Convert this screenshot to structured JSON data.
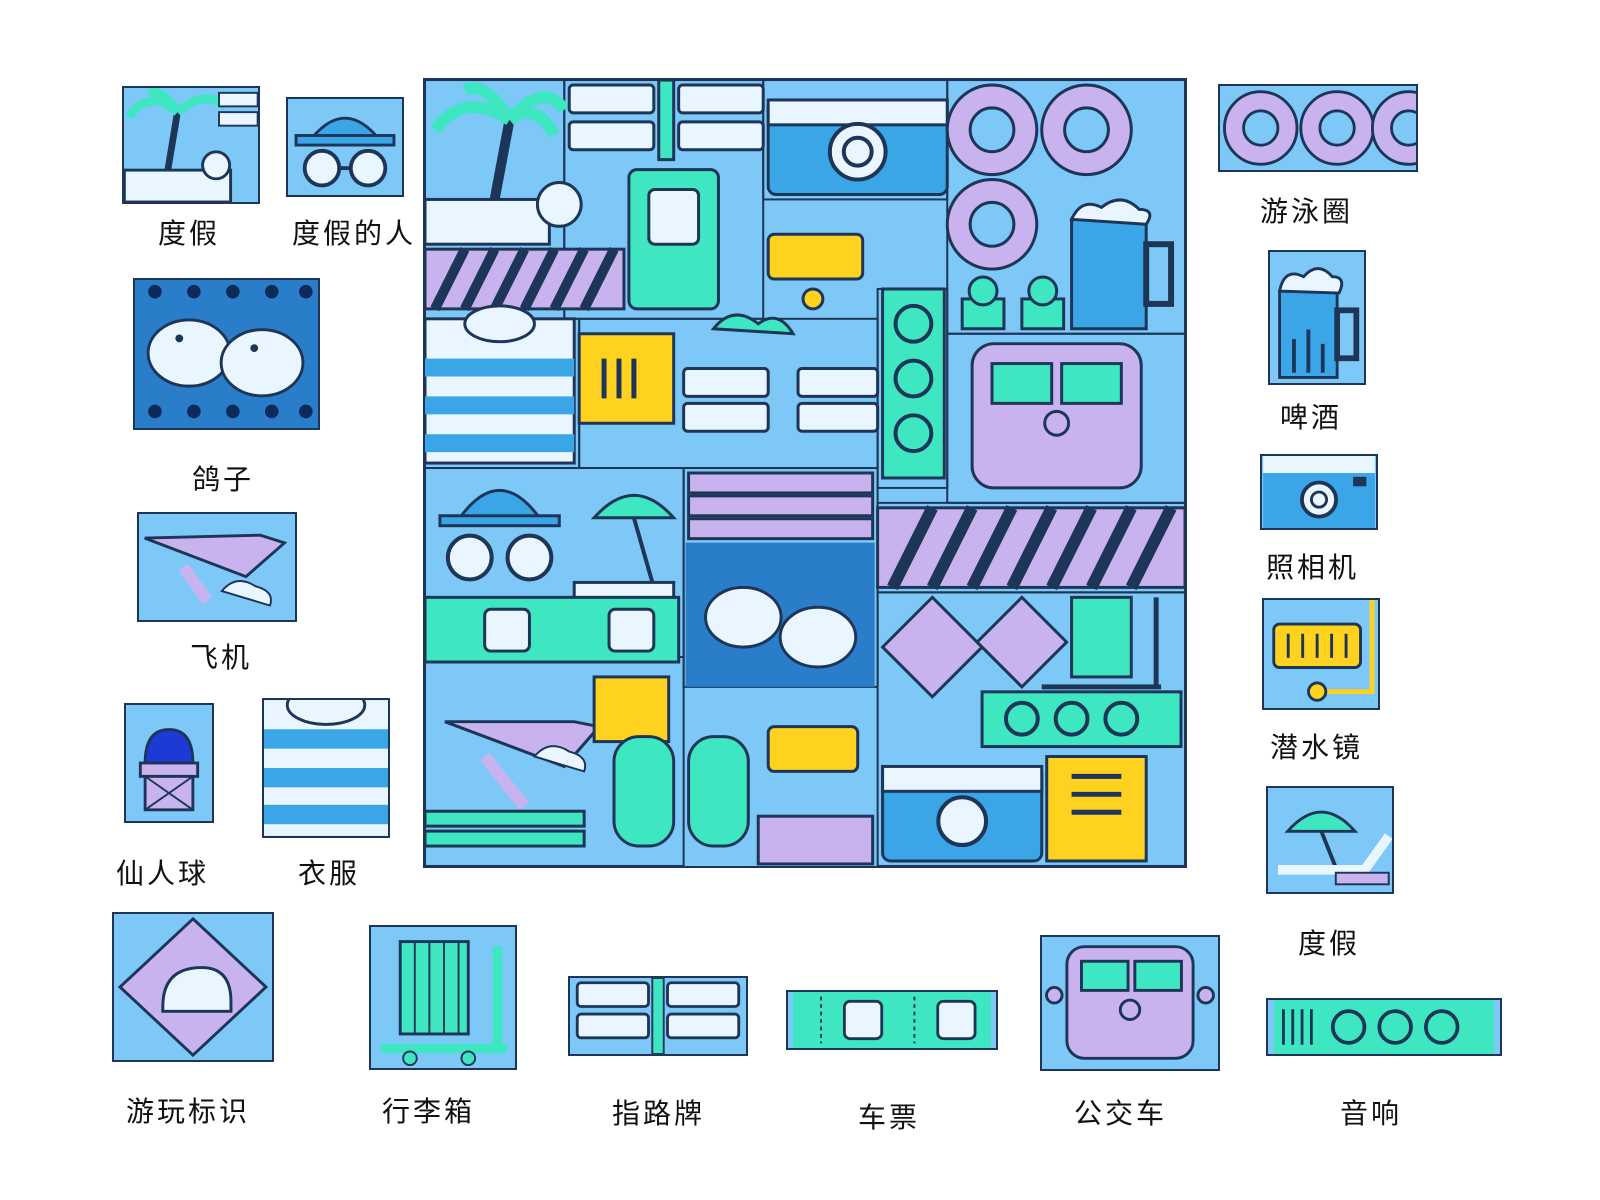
{
  "labels": {
    "vacation_palm": "度假",
    "vacationer": "度假的人",
    "pigeon": "鸽子",
    "airplane": "飞机",
    "cactus": "仙人球",
    "clothes": "衣服",
    "attraction_sign": "游玩标识",
    "luggage": "行李箱",
    "signpost": "指路牌",
    "ticket": "车票",
    "bus": "公交车",
    "speaker": "音响",
    "swim_ring": "游泳圈",
    "beer": "啤酒",
    "camera": "照相机",
    "diving_goggles": "潜水镜",
    "vacation_umbrella": "度假"
  },
  "colors": {
    "tile_bg": "#7ec8f8",
    "outline": "#1d3557",
    "teal": "#3ee6c1",
    "lavender": "#c9b3ef",
    "yellow": "#ffd21f",
    "white": "#eaf6ff",
    "blue": "#3aa6e8"
  },
  "icons": [
    "palm-tree-icon",
    "sunhat-glasses-icon",
    "pigeon-icon",
    "airplane-icon",
    "cactus-icon",
    "striped-shirt-icon",
    "elephant-sign-icon",
    "luggage-icon",
    "signpost-icon",
    "ticket-icon",
    "van-icon",
    "speaker-icon",
    "swim-ring-icon",
    "beer-icon",
    "camera-icon",
    "goggles-icon",
    "beach-umbrella-icon"
  ]
}
